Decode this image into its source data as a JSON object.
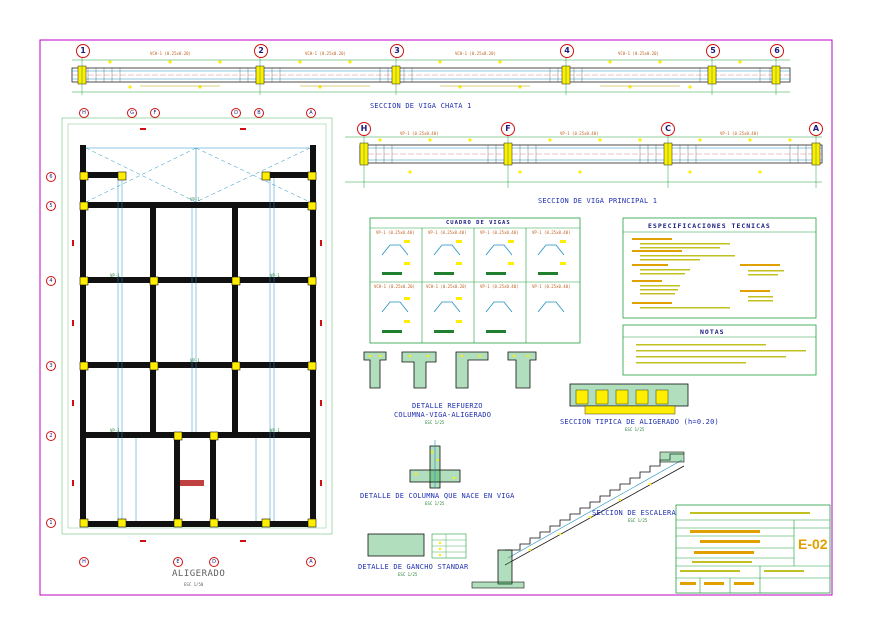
{
  "drawing": {
    "sheet_code": "E-02",
    "plan_title": "ALIGERADO",
    "plan_scale": "ESC 1/50"
  },
  "beam_sections": {
    "chata_title": "SECCION DE VIGA CHATA 1",
    "principal_title": "SECCION DE VIGA PRINCIPAL 1",
    "chata_axes": [
      "1",
      "2",
      "3",
      "4",
      "5",
      "6"
    ],
    "principal_axes": [
      "H",
      "F",
      "C",
      "A"
    ],
    "chata_beam_tags": [
      "VCH-1 (0.25x0.20)",
      "VCH-1 (0.25x0.20)",
      "VCH-1 (0.25x0.20)",
      "VCH-1 (0.25x0.20)"
    ],
    "principal_beam_tags": [
      "VP-1 (0.25x0.40)",
      "VP-1 (0.25x0.40)",
      "VP-1 (0.25x0.40)"
    ]
  },
  "plan": {
    "top_axes": [
      "H",
      "G",
      "F",
      "D",
      "B",
      "A"
    ],
    "bottom_axes": [
      "H",
      "E",
      "D",
      "A"
    ],
    "left_axes": [
      "6",
      "5",
      "4",
      "3",
      "2",
      "1"
    ],
    "beam_labels": [
      "VP-1",
      "VP-1",
      "VP-1",
      "VP-1",
      "VP-1",
      "VP-1"
    ]
  },
  "detail_blocks": {
    "cuadro_vigas_title": "CUADRO DE VIGAS",
    "cuadro_tags_row1": [
      "VP-1 (0.25x0.40)",
      "VP-1 (0.25x0.40)",
      "VP-1 (0.25x0.40)",
      "VP-1 (0.25x0.40)"
    ],
    "cuadro_tags_row2": [
      "VCH-1 (0.25x0.20)",
      "VCH-1 (0.25x0.20)",
      "VP-1 (0.25x0.40)",
      "VP-1 (0.25x0.40)"
    ],
    "especificaciones_title": "ESPECIFICACIONES TECNICAS",
    "notas_title": "NOTAS",
    "refuerzo_title_line1": "DETALLE REFUERZO",
    "refuerzo_title_line2": "COLUMNA-VIGA-ALIGERADO",
    "aligerado_title": "SECCION TIPICA DE ALIGERADO (h=0.20)",
    "columna_title": "DETALLE DE COLUMNA QUE NACE EN VIGA",
    "gancho_title": "DETALLE DE GANCHO STANDAR",
    "escalera_title": "SECCION DE ESCALERA",
    "scale_tag": "ESC 1/25"
  },
  "colors": {
    "frame": "#c000c0",
    "concrete": "#111111",
    "column_highlight": "#ffee00",
    "axis_circle": "#d01010",
    "text_blue": "#1a1a80",
    "dimension_green": "#20a040",
    "rebar_cyan": "#2090c0"
  }
}
